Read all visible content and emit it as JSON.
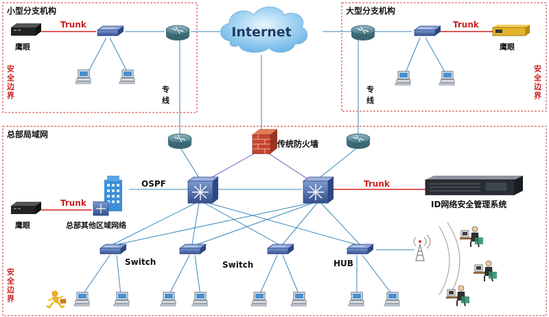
{
  "zones": {
    "small_branch": "小型分支机构",
    "large_branch": "大型分支机构",
    "hq": "总部局域网"
  },
  "boundary_label": [
    "安",
    "全",
    "边",
    "界"
  ],
  "labels": {
    "internet": "Internet",
    "trunk": "Trunk",
    "eagle_eye": "鹰眼",
    "leased_line": [
      "专",
      "线"
    ],
    "firewall": "传统防火墙",
    "ospf": "OSPF",
    "other_areas": "总部其他区域网络",
    "id_system": "ID网络安全管理系统",
    "switch": "Switch",
    "hub": "HUB"
  },
  "colors": {
    "zone_border": "#d23a3a",
    "link": "#3a86b8",
    "trunk_link": "#d42020",
    "firewall_link": "#7a55b8",
    "device": "#4a68a8",
    "router": "#5a8e9c"
  }
}
